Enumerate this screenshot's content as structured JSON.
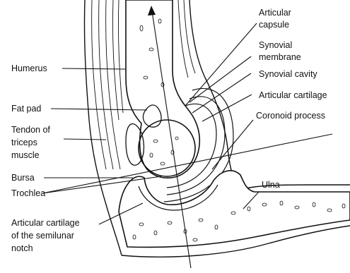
{
  "labels": {
    "articular_capsule": [
      "Articular",
      "capsule"
    ],
    "synovial_membrane": [
      "Synovial",
      "membrane"
    ],
    "synovial_cavity": "Synovial cavity",
    "articular_cartilage": "Articular cartilage",
    "coronoid_process": "Coronoid process",
    "humerus": "Humerus",
    "fat_pad": "Fat pad",
    "tendon_triceps": [
      "Tendon of",
      "triceps",
      "muscle"
    ],
    "bursa": "Bursa",
    "trochlea": "Trochlea",
    "ulna": "Ulna",
    "articular_cartilage_semilunar": [
      "Articular cartilage",
      "of the semilunar",
      "notch"
    ]
  }
}
